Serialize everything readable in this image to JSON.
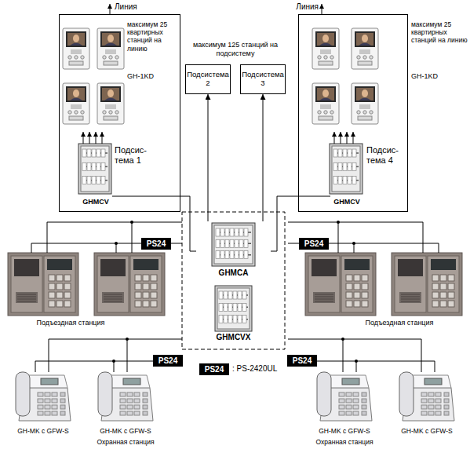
{
  "diagram": {
    "nodes": [
      {
        "text": [
          "Подсис-тема 1"
        ]
      },
      {
        "text": [
          "GHMCV"
        ],
        "in": 0
      },
      {
        "text": [
          "Подсистема 2"
        ]
      },
      {
        "text": [
          "Подсистема 3"
        ]
      },
      {
        "text": [
          "Подсис-тема 4"
        ]
      },
      {
        "text": [
          "GHMCV"
        ],
        "in": 4
      },
      {
        "text": [
          "GHMCA"
        ]
      },
      {
        "text": [
          "GHMCVX"
        ]
      },
      {
        "text": [
          "PS24"
        ]
      },
      {
        "text": [
          "PS24"
        ]
      },
      {
        "text": [
          "PS24"
        ]
      },
      {
        "text": [
          "PS24"
        ]
      },
      {
        "text": [
          "PS24"
        ]
      }
    ],
    "edges": [
      {
        "from": 1,
        "to": 6,
        "arrow": "none"
      },
      {
        "from": 5,
        "to": 6,
        "arrow": "none"
      },
      {
        "from": 6,
        "to": 2,
        "arrow": "to"
      },
      {
        "from": 6,
        "to": 3,
        "arrow": "to"
      }
    ],
    "labels": [
      "Линия",
      "максимум 25 квартирных станций на линию",
      "GH-1KD",
      "максимум 125 станций на подсистему",
      "Линия",
      "максимум 25 квартирных станций на линию",
      "GH-1KD",
      "Подъездная станция",
      "Подъездная станция",
      ": PS-2420UL",
      "GH-MK с GFW-S",
      "GH-MK с GFW-S",
      "GH-MK с GFW-S",
      "GH-MK с GFW-S",
      "Охранная станция",
      "Охранная станция"
    ]
  }
}
